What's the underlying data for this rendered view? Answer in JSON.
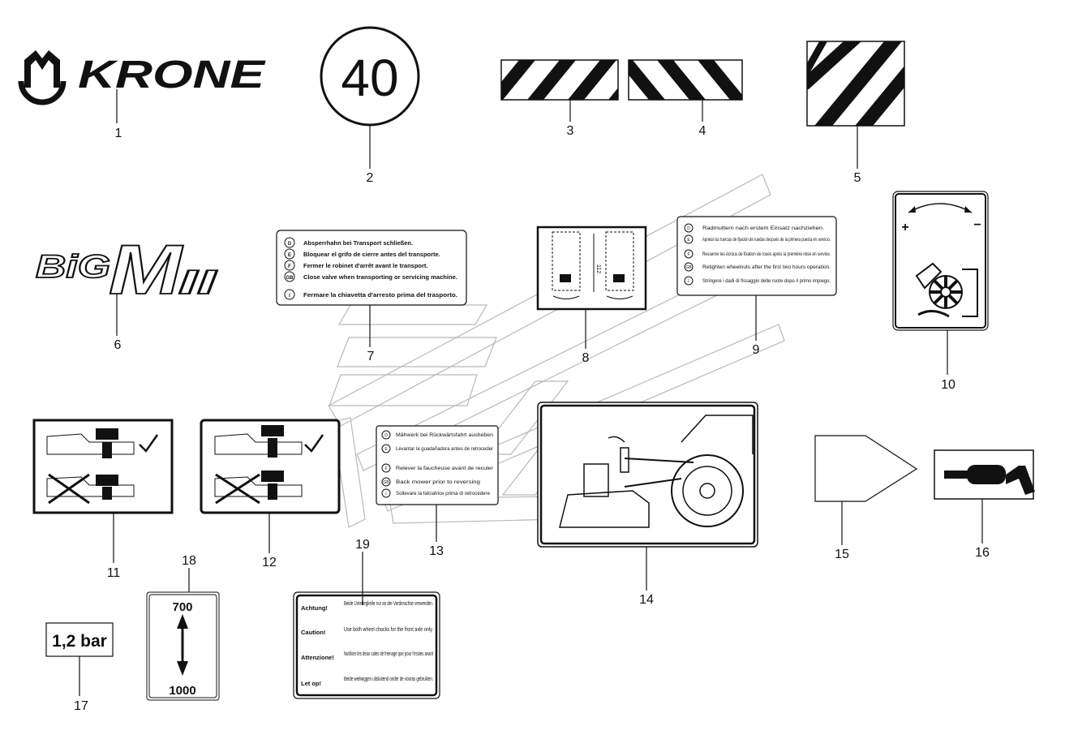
{
  "brand": {
    "logo_text": "KRONE",
    "model_text": "BiG",
    "model_m": "M",
    "model_suffix": "II"
  },
  "speed_sign": {
    "value": "40"
  },
  "pressure_label": {
    "text": "1,2 bar"
  },
  "lift_height_label": {
    "top": "700",
    "bottom": "1000"
  },
  "callouts": [
    "1",
    "2",
    "3",
    "4",
    "5",
    "6",
    "7",
    "8",
    "9",
    "10",
    "11",
    "12",
    "13",
    "14",
    "15",
    "16",
    "17",
    "18",
    "19"
  ],
  "decal_7": {
    "rows": [
      {
        "code": "D",
        "text": "Absperrhahn bei Transport schließen."
      },
      {
        "code": "E",
        "text": "Bloquear el grifo de cierre antes del transporte."
      },
      {
        "code": "F",
        "text": "Fermer le robinet d'arrêt avant le transport."
      },
      {
        "code": "GB",
        "text": "Close valve when transporting or servicing machine."
      },
      {
        "code": "I",
        "text": "Fermare la chiavetta d'arresto prima del trasporto."
      }
    ]
  },
  "decal_8": {
    "dimension": "112"
  },
  "decal_9": {
    "rows": [
      {
        "code": "D",
        "text": "Radmuttern nach erstem Einsatz nachziehen."
      },
      {
        "code": "E",
        "text": "Apretar las tuercas de fijación de ruedas después de la primera puesta en servicio."
      },
      {
        "code": "F",
        "text": "Resserrer les écrous de fixation de roues après la première mise en service."
      },
      {
        "code": "GB",
        "text": "Retighten wheelnuts after the first two hours operation."
      },
      {
        "code": "I",
        "text": "Stringere i dadi di fissaggio delle ruote dopo il primo impiego."
      }
    ]
  },
  "decal_10": {
    "plus": "+",
    "minus": "−"
  },
  "decal_13": {
    "rows": [
      {
        "code": "D",
        "text": "Mähwerk bei Rückwärtsfahrt ausheben"
      },
      {
        "code": "E",
        "text": "Levantar la guadañadora antes de retroceder"
      },
      {
        "code": "F",
        "text": "Relever la faucheuse avant de reculer"
      },
      {
        "code": "GB",
        "text": "Back mower prior to reversing"
      },
      {
        "code": "I",
        "text": "Sollevare la falciatrice prima di retrocedere"
      }
    ]
  },
  "decal_19": {
    "rows": [
      {
        "label": "Achtung!",
        "text": "Beide Unterlegkeile nur an der Vorderachse verwenden."
      },
      {
        "label": "Caution!",
        "text": "Use both wheel chocks for the front axle only."
      },
      {
        "label": "Attenzione!",
        "text": "Nutiliser les deux cales de freinage que pour l'essieu avant"
      },
      {
        "label": "Let op!",
        "text": "Beide wielwiggen uitsluitend onder de vooras gebruiken."
      }
    ]
  }
}
